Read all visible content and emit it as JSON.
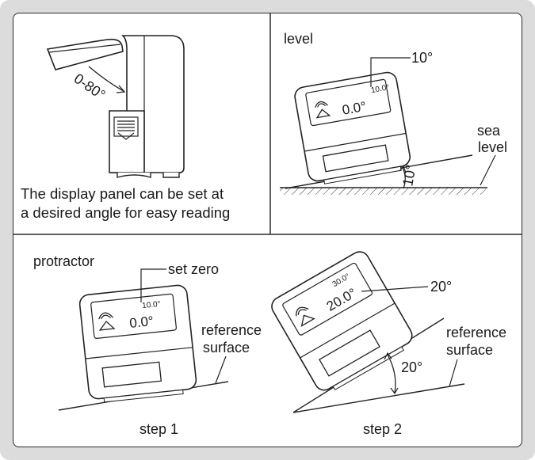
{
  "panel_top_left": {
    "angle_range": "0-80°",
    "caption_line1": "The display panel can be set at",
    "caption_line2": "a desired angle for easy reading"
  },
  "panel_top_right": {
    "title": "level",
    "callout": "10°",
    "display_small": "10.0°",
    "display_main": "0.0°",
    "sea_line1": "sea",
    "sea_line2": "level",
    "tilt_angle": "10°"
  },
  "panel_bottom": {
    "title": "protractor",
    "step1": {
      "callout": "set zero",
      "display_small": "10.0°",
      "display_main": "0.0°",
      "ref_line1": "reference",
      "ref_line2": "surface",
      "label": "step 1"
    },
    "step2": {
      "callout": "20°",
      "display_small": "30.0°",
      "display_main": "20.0°",
      "ref_line1": "reference",
      "ref_line2": "surface",
      "angle": "20°",
      "label": "step 2"
    }
  }
}
